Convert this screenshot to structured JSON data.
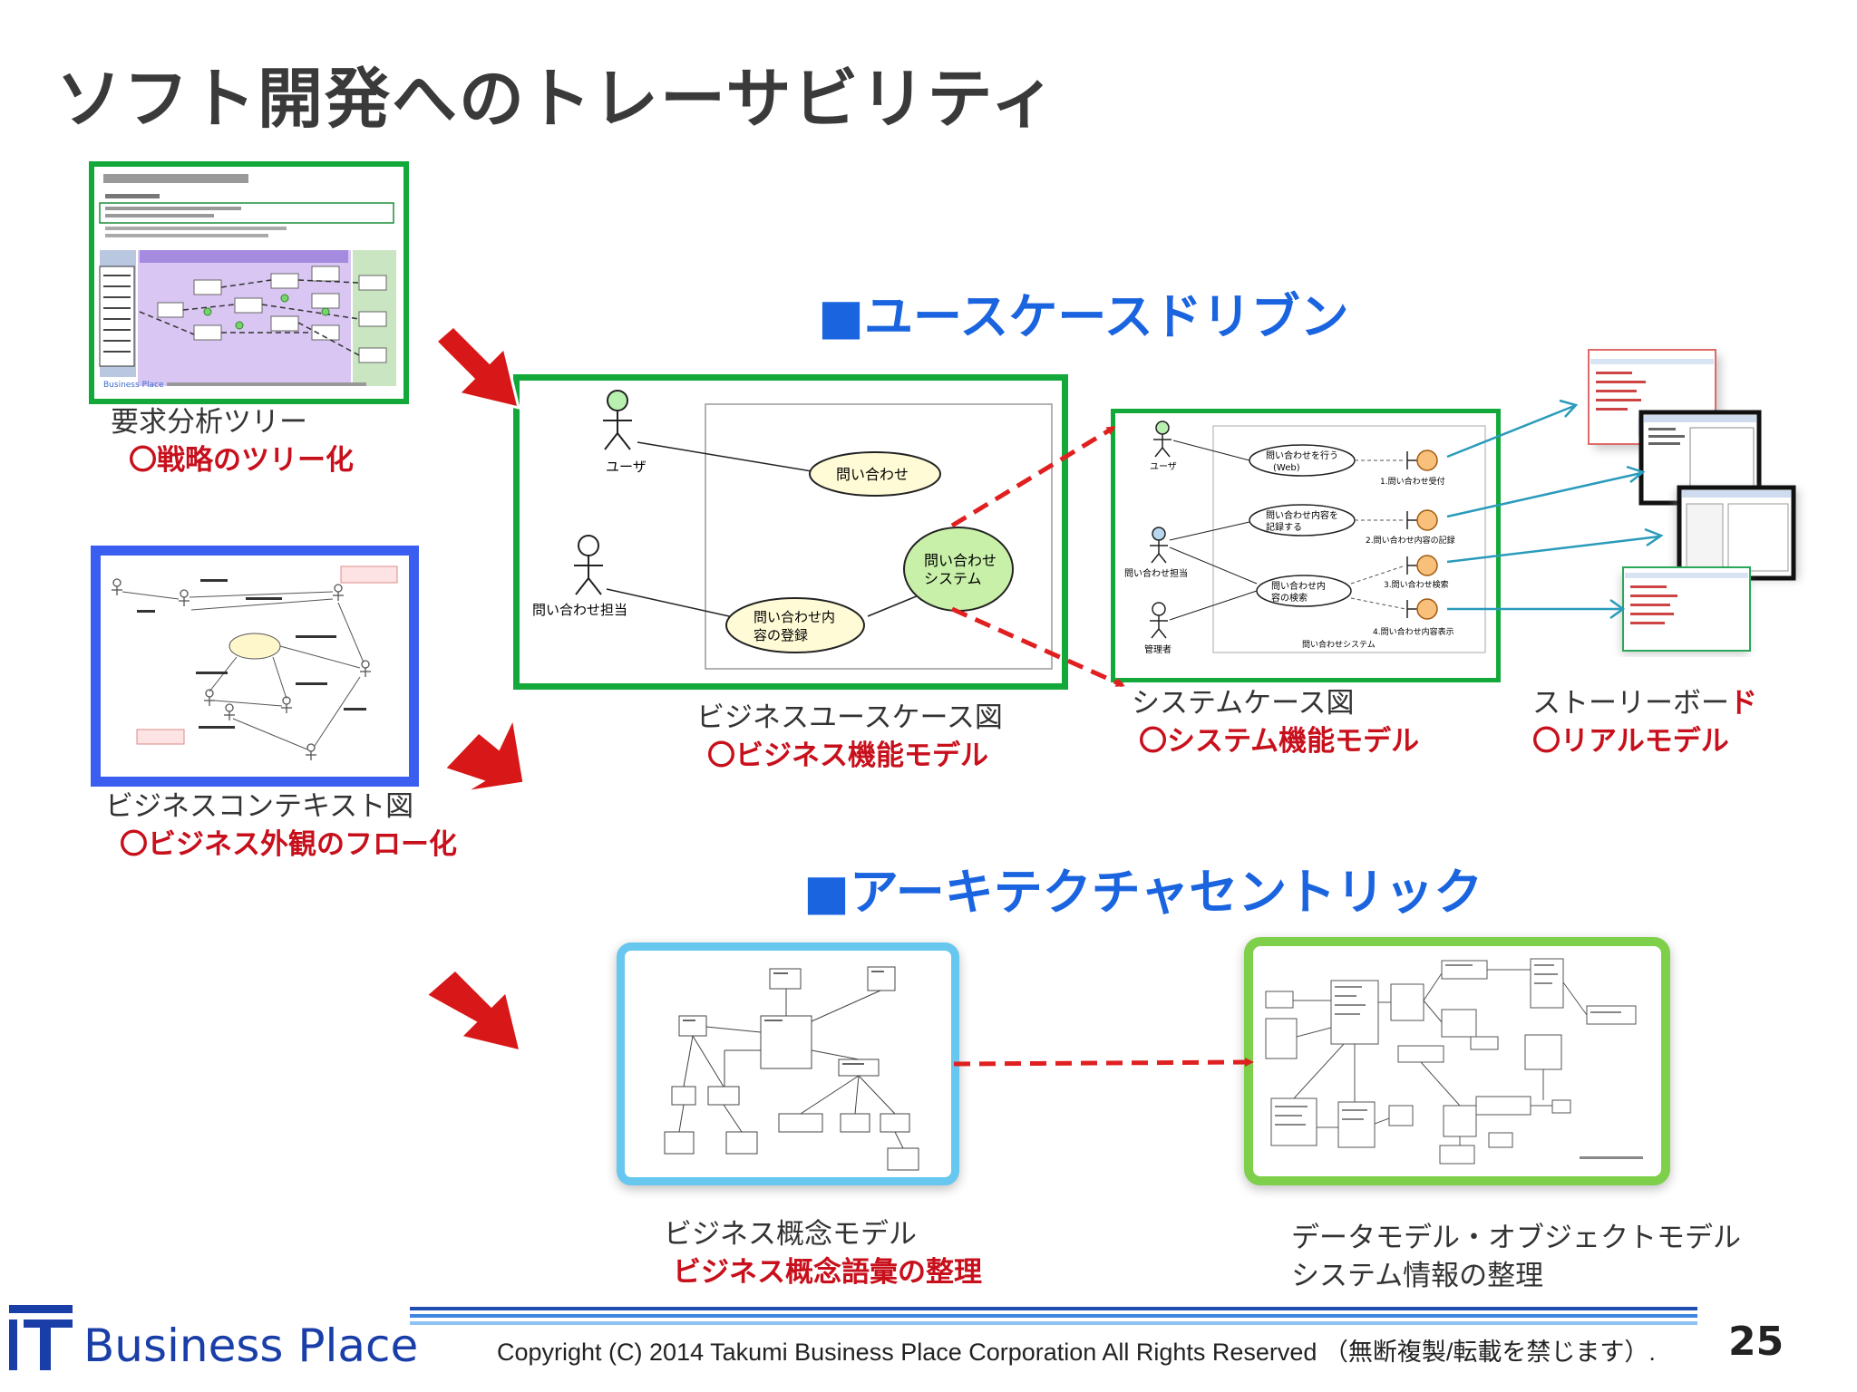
{
  "page": {
    "title": "ソフト開発へのトレーサビリティ",
    "page_number": "25",
    "copyright": "Copyright (C) 2014 Takumi Business Place Corporation All Rights Reserved （無断複製/転載を禁じます）.",
    "logo_text": "Business Place"
  },
  "sections": {
    "usecase_driven": "■ユースケースドリブン",
    "architecture_centric": "■アーキテクチャセントリック"
  },
  "items": {
    "req_tree": {
      "label": "要求分析ツリー",
      "sub": "〇戦略のツリー化"
    },
    "biz_context": {
      "label": "ビジネスコンテキスト図",
      "sub": "〇ビジネス外観のフロー化"
    },
    "biz_usecase": {
      "label": "ビジネスユースケース図",
      "sub": "〇ビジネス機能モデル"
    },
    "sys_case": {
      "label": "システムケース図",
      "sub": "〇システム機能モデル"
    },
    "storyboard": {
      "label_main": "ストーリーボー",
      "label_red": "ド",
      "sub": "〇リアルモデル"
    },
    "biz_concept": {
      "label": "ビジネス概念モデル",
      "sub": "ビジネス概念語彙の整理"
    },
    "data_model": {
      "label": "データモデル・オブジェクトモデル",
      "sub": "システム情報の整理"
    }
  },
  "biz_usecase_diagram": {
    "actor_user": "ユーザ",
    "actor_staff": "問い合わせ担当",
    "uc_inquiry": "問い合わせ",
    "uc_register_1": "問い合わせ内",
    "uc_register_2": "容の登録",
    "uc_system_1": "問い合わせ",
    "uc_system_2": "システム"
  },
  "sys_case_diagram": {
    "actor_user": "ユーザ",
    "actor_staff": "問い合わせ担当",
    "actor_admin": "管理者",
    "uc1_a": "問い合わせを行う",
    "uc1_b": "(Web)",
    "uc2_a": "問い合わせ内容を",
    "uc2_b": "記録する",
    "uc3_a": "問い合わせ内",
    "uc3_b": "容の検索",
    "b1": "1.問い合わせ受付",
    "b2": "2.問い合わせ内容の記録",
    "b3": "3.問い合わせ検索",
    "b4": "4.問い合わせ内容表示",
    "boundary": "問い合わせシステム"
  }
}
